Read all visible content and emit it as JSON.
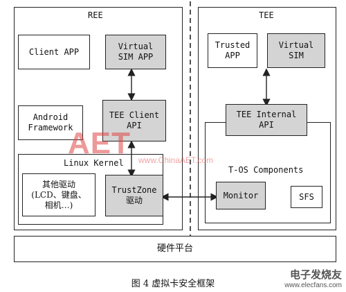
{
  "regions": {
    "ree_title": "REE",
    "tee_title": "TEE",
    "linux_kernel": "Linux Kernel",
    "tos_components": "T-OS Components"
  },
  "boxes": {
    "client_app": "Client APP",
    "virtual_sim_app": "Virtual\nSIM APP",
    "android_framework": "Android\nFramework",
    "tee_client_api": "TEE Client\nAPI",
    "other_drivers": "其他驱动\n(LCD、键盘、\n相机…)",
    "trustzone_driver": "TrustZone\n驱动",
    "trusted_app": "Trusted\nAPP",
    "virtual_sim": "Virtual\nSIM",
    "tee_internal_api": "TEE Internal\nAPI",
    "monitor": "Monitor",
    "sfs": "SFS",
    "hardware_platform": "硬件平台"
  },
  "caption": "图 4  虚拟卡安全框架",
  "watermarks": {
    "aet_logo": "AET",
    "aet_url": "www.ChinaAET.com",
    "corner_cn": "电子发烧友",
    "corner_url": "www.elecfans.com"
  },
  "colors": {
    "gray_box": "#d4d4d4",
    "border": "#222222",
    "watermark_red": "#e04646"
  }
}
